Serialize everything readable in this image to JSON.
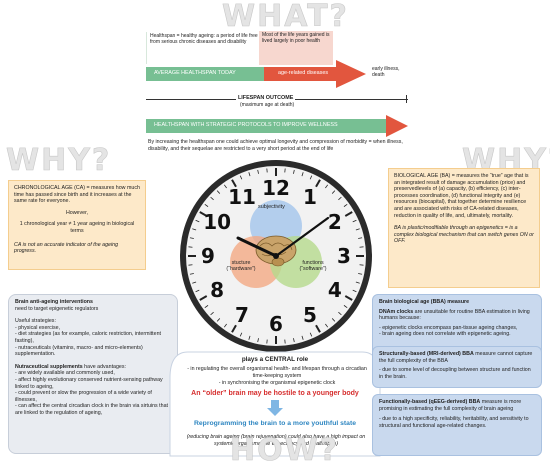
{
  "headings": {
    "what": "WHAT?",
    "why_left": "WHY?",
    "why_right": "WHY?",
    "how": "HOW?"
  },
  "top": {
    "healthspan_def": "Healthspan = healthy ageing: a period of life free from serious chronic diseases and disability",
    "years_gained": "Most of the life years gained is lived largely in poor health",
    "arrow1_label": "AVERAGE HEALTHSPAN TODAY",
    "arrow1_red_label": "age-related diseases",
    "early_illness": "early illness, death",
    "lifespan_outcome": "LIFESPAN OUTCOME",
    "max_age": "(maximum age at death)",
    "arrow2_label": "HEALTHSPAN WITH STRATEGIC PROTOCOLS TO IMPROVE WELLNESS",
    "increase_text": "By increasing the healthspan one could achieve optimal longevity and compression of morbidity = when illness, disability, and their sequelae are restricted to a very short period at the end of life"
  },
  "left_why": {
    "ca_def": "CHRONOLOGICAL AGE (CA) = measures how much time has passed since birth and it increases at the same rate for everyone.",
    "however": "However,",
    "one_year": "1 chronological year ≠ 1 year ageing in biological terms",
    "ca_not": "CA is not an accurate indicator of the ageing progress."
  },
  "right_why": {
    "ba_def": "BIOLOGICAL AGE (BA) = measures the “true” age that is an integrated result of damage accumulation (price) and preservedlevels of (a) capacity, (b) efficiency, (c) inter-processes coordination, (d) functional integrity and (e) resources (biocapital), that together determine resilience and are associated with risks of CA-related diseases, reduction in quality of life, and, ultimately, mortality.",
    "ba_plastic": "BA is plastic/modifiable through an epigenetics = is a complex biological mechanism that can switch genes ON or OFF."
  },
  "clock": {
    "numbers": [
      "12",
      "1",
      "2",
      "3",
      "4",
      "5",
      "6",
      "7",
      "8",
      "9",
      "10",
      "11"
    ],
    "subjectivity": "subjectivity",
    "structure": "stucture (“hardware”)",
    "functions": "functions (“software”)"
  },
  "how_left": {
    "title": "Brain anti-ageing interventions",
    "subtitle": "need to target epigenetic regulators",
    "useful": "Useful strategies:",
    "strategies": [
      "- physical exercise,",
      "- diet strategies (as for example, caloric restriction, intermittent fasting),",
      "- nutraceuticals (vitamins, macro- and micro-elements) supplementation."
    ],
    "supp_title": "Nutraceutical supplements",
    "supp_rest": " have advantages:",
    "advantages": [
      "- are widely available and commonly used,",
      "- affect highly evolutionary conserved nutrient-sensing pathway linked to ageing,",
      "- could prevent or slow the progression of a wide variety of illnesses,",
      "- can affect the central circadian clock in the brain via sirtuins that are linked to the regulation of ageing,"
    ]
  },
  "how_center": {
    "central_role": "plays a CENTRAL role",
    "role1": "- in regulating the overall organismal health- and lifespan through a circadian time-keeping system",
    "role2": "- in synchronising the organismal epigenetic clock",
    "older_brain": "An “older” brain may be hostile to a younger body",
    "reprogramming": "Reprogramming the brain to a more youthful state",
    "impact": "(reducing brain ageing (brain rejuvenation) could also have a high impact on systemic/organismal life expectancy and healthspan)"
  },
  "how_right": {
    "title": "Brain biological age (BBA) measure",
    "dnam_title": "DNAm clocks",
    "dnam_rest": " are unsuitable for routine BBA estimation in living humans because:",
    "dnam_points": [
      "- epigenetic clocks encompass pan-tissue ageing changes,",
      "- brain ageing does not correlate with epigenetic ageing."
    ],
    "mri_title": "Structurally-based (MRI-derived) BBA",
    "mri_rest": " measure cannot capture the full complexity of the BBA",
    "mri_point": "- due to some level of decoupling between structure and function in the brain.",
    "qeeg_title": "Functionally-based (qEEG-derived) BBA",
    "qeeg_rest": " measure is more promising in estimating the full complexity of brain ageing",
    "qeeg_point": "- due to a high specificity, reliability, heritability, and sensitivity to structural and functional age-related changes."
  },
  "colors": {
    "green": "#77bf93",
    "red": "#e2563e",
    "peach": "#fde9c9",
    "blue_box": "#d9e6f5",
    "accent_blue": "#2e86c1",
    "older_red": "#d62e2e"
  }
}
